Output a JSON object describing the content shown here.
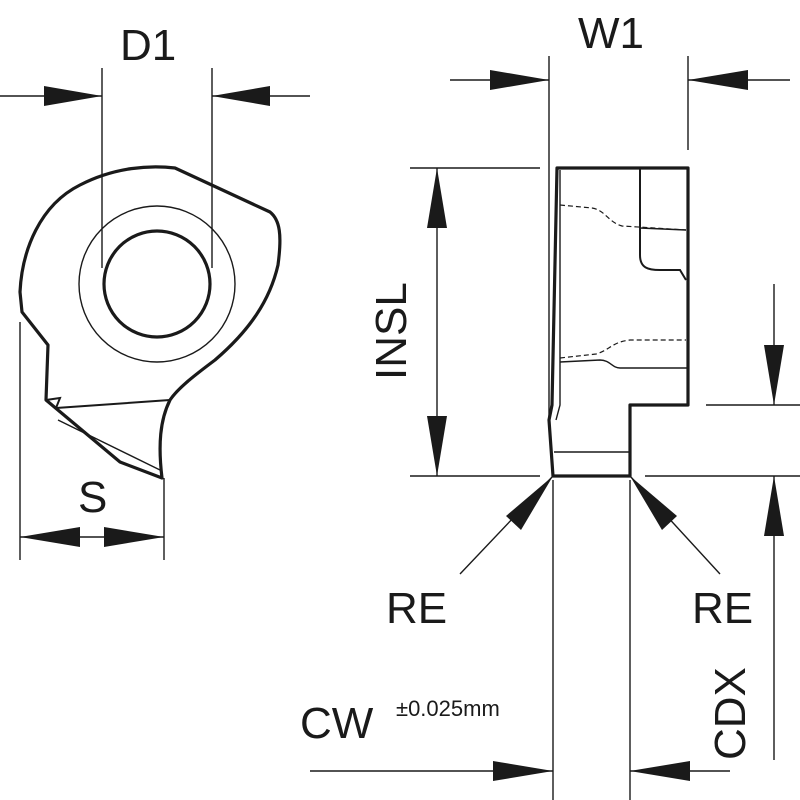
{
  "labels": {
    "d1": "D1",
    "w1": "W1",
    "insl": "INSL",
    "s": "S",
    "re_left": "RE",
    "re_right": "RE",
    "cw": "CW",
    "cw_tolerance": "±0.025mm",
    "cdx": "CDX"
  }
}
